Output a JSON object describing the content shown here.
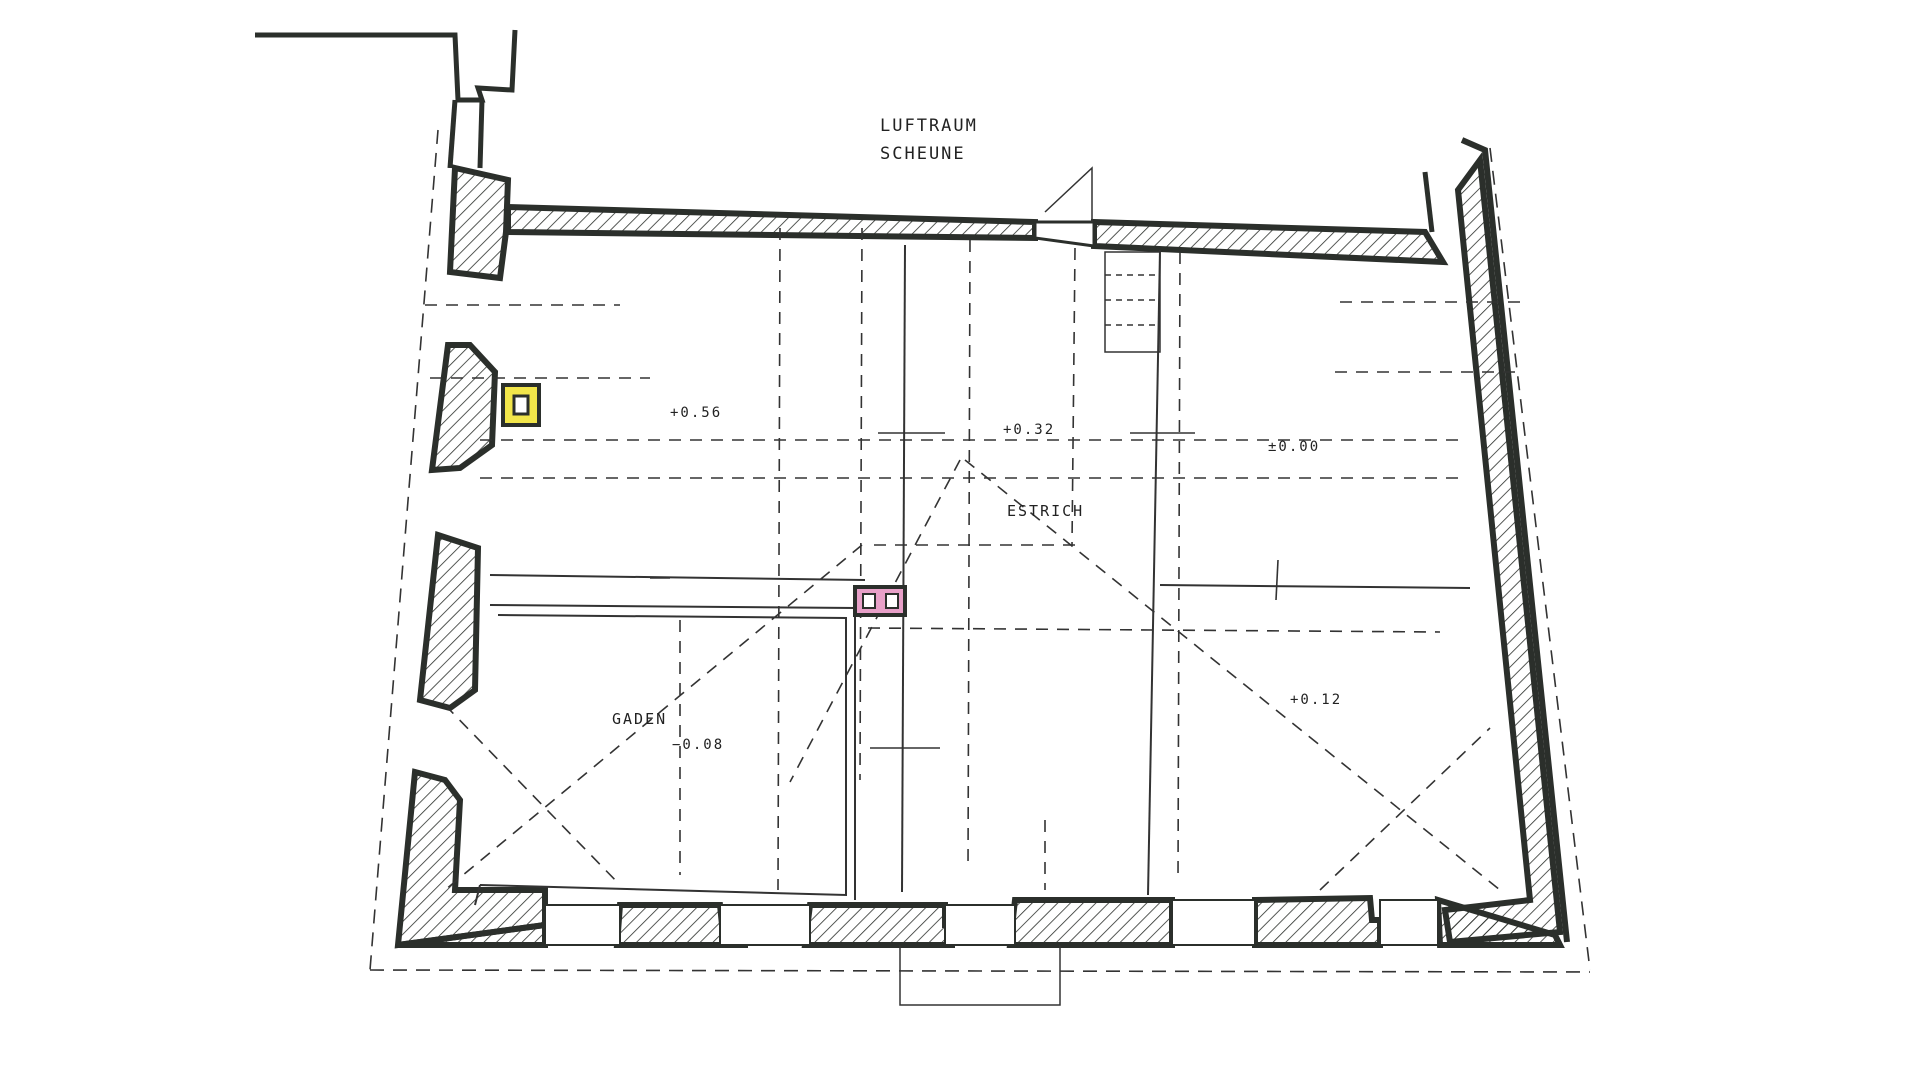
{
  "plan": {
    "labels": {
      "outside_line1": "LUFTRAUM",
      "outside_line2": "SCHEUNE",
      "room_estrich": "ESTRICH",
      "room_gaden": "GADEN",
      "level_nw": "+0.56",
      "level_center": "+0.32",
      "level_ne": "±0.00",
      "level_se": "+0.12",
      "level_gaden": "−0.08"
    },
    "colors": {
      "wall_outline": "#2b2f2b",
      "hatch": "#2b2f2b",
      "chimney_yellow": "#f2e64a",
      "chimney_pink": "#e8a0c8",
      "paper": "#ffffff"
    }
  }
}
